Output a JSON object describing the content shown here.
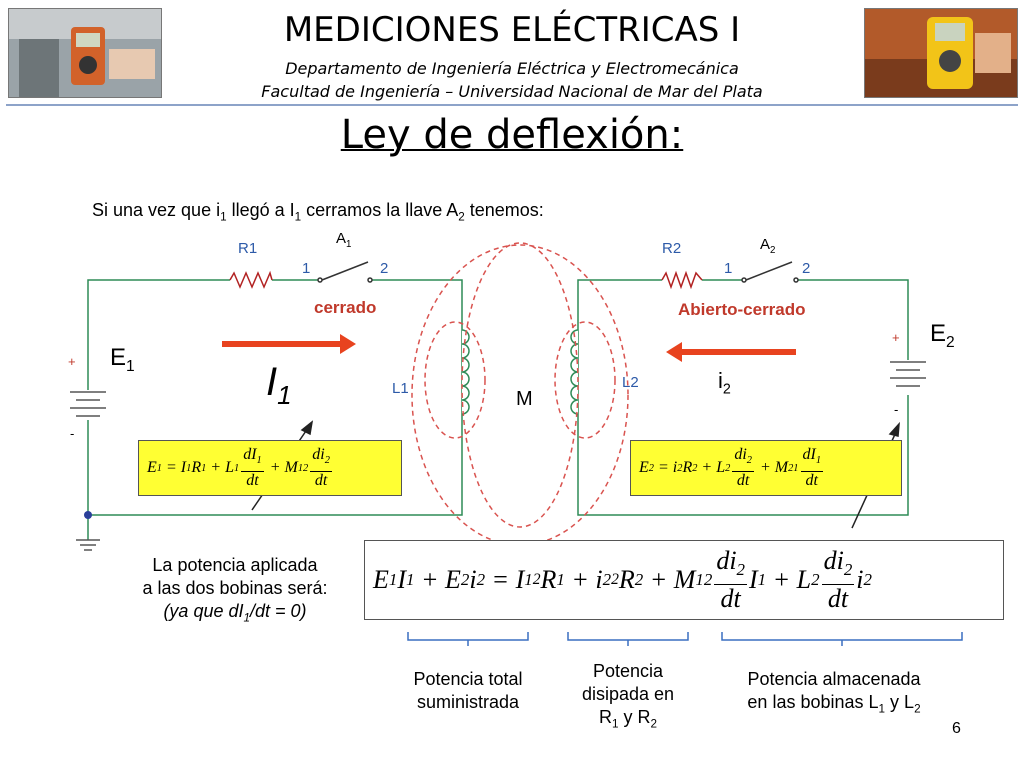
{
  "header": {
    "title": "MEDICIONES ELÉCTRICAS I",
    "dept": "Departamento de Ingeniería Eléctrica y Electromecánica",
    "faculty": "Facultad de Ingeniería – Universidad Nacional de Mar del Plata"
  },
  "slide": {
    "title": "Ley de deflexión:",
    "intro_a": "Si una vez que i",
    "intro_b": "1",
    "intro_c": " llegó a I",
    "intro_d": "1",
    "intro_e": " cerramos la llave  A",
    "intro_f": "2",
    "intro_g": "  tenemos:",
    "page_number": "6"
  },
  "circuit": {
    "r1": "R1",
    "r2": "R2",
    "a1": "A",
    "a1_sub": "1",
    "a2": "A",
    "a2_sub": "2",
    "sw_pin1": "1",
    "sw_pin2": "2",
    "cerrado": "cerrado",
    "abierto_cerrado": "Abierto-cerrado",
    "e1": "E",
    "e1_sub": "1",
    "e2": "E",
    "e2_sub": "2",
    "i1": "I",
    "i1_sub": "1",
    "i2": "i",
    "i2_sub": "2",
    "l1": "L1",
    "l2": "L2",
    "m": "M",
    "plus": "+",
    "minus": "-"
  },
  "captions": {
    "potencia_line1": "La potencia aplicada",
    "potencia_line2": "a las dos bobinas será:",
    "potencia_line3a": "(ya que dI",
    "potencia_line3b": "1",
    "potencia_line3c": "/dt = 0)",
    "total_1": "Potencia total",
    "total_2": "suministrada",
    "disipada_1": "Potencia",
    "disipada_2": "disipada en",
    "disipada_3a": "R",
    "disipada_3b": "1",
    "disipada_3c": "  y R",
    "disipada_3d": "2",
    "almacenada_1": "Potencia almacenada",
    "almacenada_2a": "en las bobinas L",
    "almacenada_2b": "1",
    "almacenada_2c": " y L",
    "almacenada_2d": "2"
  },
  "colors": {
    "wire": "#2e8b57",
    "resistor": "#b22222",
    "arrow": "#e8431f",
    "highlight": "#ffff33",
    "label_blue": "#2d5aa8",
    "dashed_loop": "#d9534f"
  }
}
